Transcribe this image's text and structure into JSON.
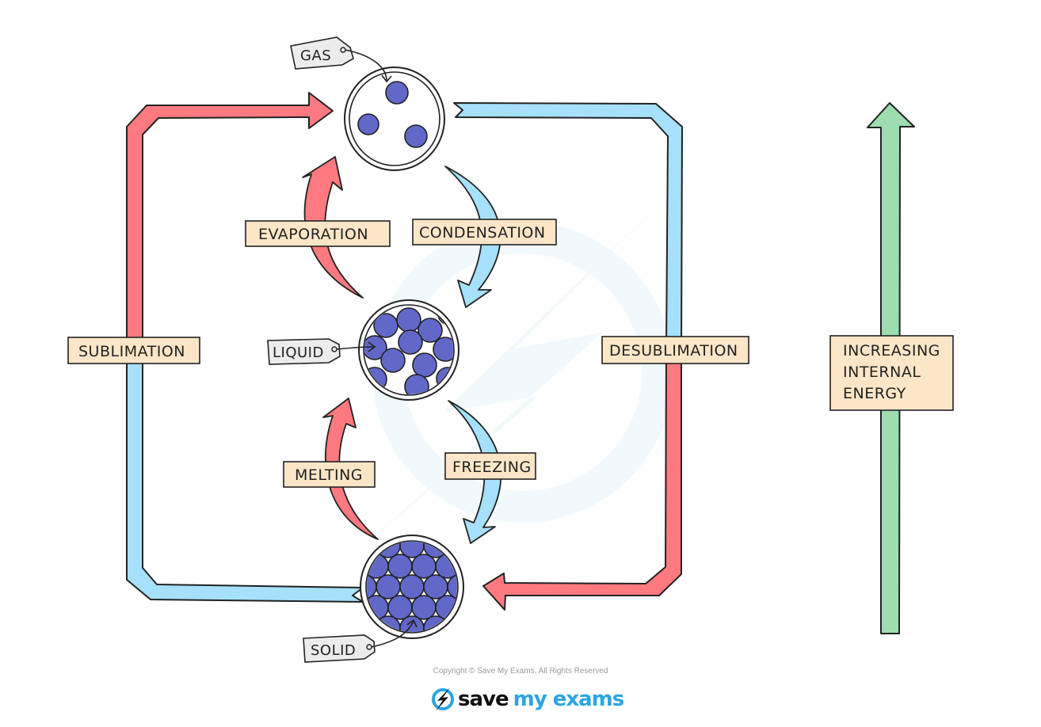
{
  "colors": {
    "energy_in": "#ff7a80",
    "energy_out": "#a6e0fa",
    "energy_axis": "#9cdeb0",
    "particle": "#6168c8",
    "label_fill": "#fde6c8",
    "tag_fill": "#ececec",
    "outline": "#222222"
  },
  "states": {
    "gas": "GAS",
    "liquid": "LIQUID",
    "solid": "SOLID"
  },
  "processes": {
    "evaporation": "EVAPORATION",
    "condensation": "CONDENSATION",
    "melting": "MELTING",
    "freezing": "FREEZING",
    "sublimation": "SUBLIMATION",
    "desublimation": "DESUBLIMATION"
  },
  "energy_axis": {
    "line1": "INCREASING",
    "line2": "INTERNAL",
    "line3": "ENERGY"
  },
  "footer": {
    "copyright": "Copyright © Save My Exams. All Rights Reserved",
    "brand_save": "save",
    "brand_rest": "my exams"
  }
}
